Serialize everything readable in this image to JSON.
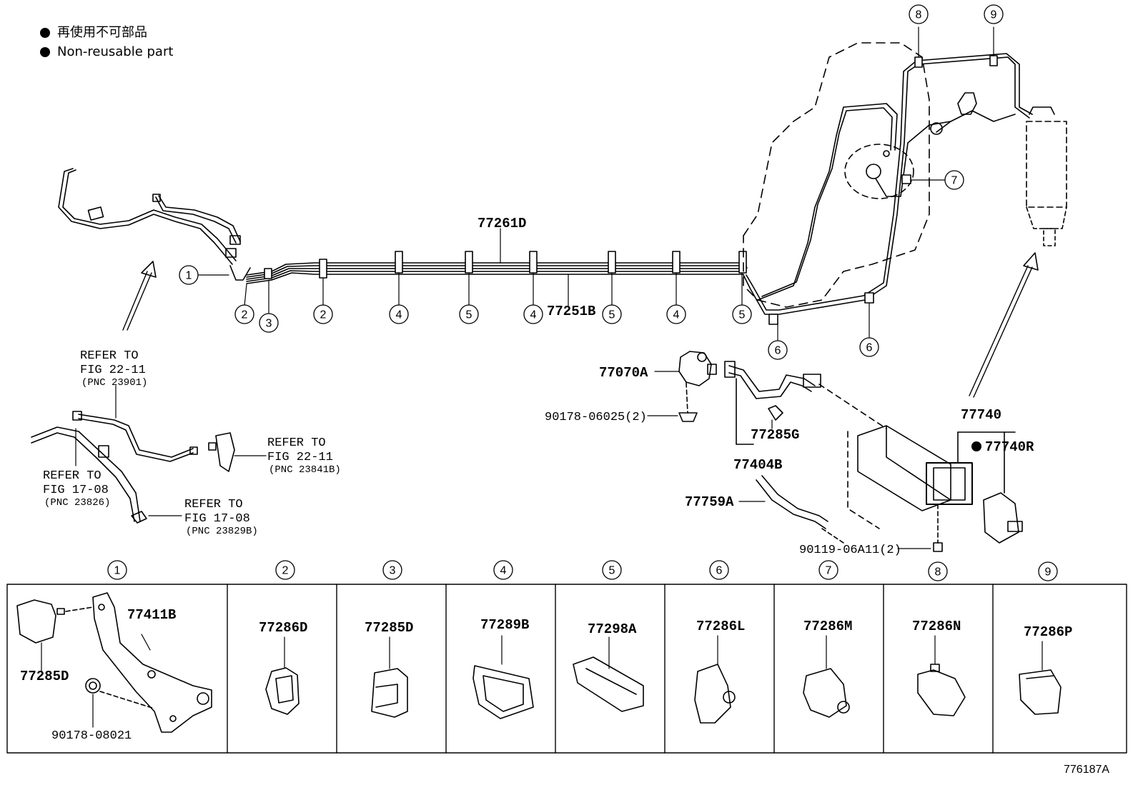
{
  "legend": {
    "jp": "再使用不可部品",
    "en": "Non-reusable part"
  },
  "callouts": [
    "1",
    "2",
    "3",
    "4",
    "5",
    "6",
    "7",
    "8",
    "9"
  ],
  "main_parts": {
    "tube_upper": "77261D",
    "tube_lower": "77251B",
    "vent_valve": "77070A",
    "vent_nut": "90178-06025(2)",
    "hose_assy": "77404B",
    "clamp_g": "77285G",
    "canister_assy": "77740",
    "canister_sub": "77740R",
    "hose_a": "77759A",
    "canister_bolt": "90119-06A11(2)"
  },
  "references": {
    "ref1": {
      "line1": "REFER TO",
      "line2": "FIG 22-11",
      "line3": "(PNC 23901)"
    },
    "ref2": {
      "line1": "REFER TO",
      "line2": "FIG 22-11",
      "line3": "(PNC 23841B)"
    },
    "ref3": {
      "line1": "REFER TO",
      "line2": "FIG 17-08",
      "line3": "(PNC 23826)"
    },
    "ref4": {
      "line1": "REFER TO",
      "line2": "FIG 17-08",
      "line3": "(PNC 23829B)"
    }
  },
  "panels": [
    {
      "num": "1",
      "parts": [
        "77411B",
        "77285D",
        "90178-08021"
      ]
    },
    {
      "num": "2",
      "parts": [
        "77286D"
      ]
    },
    {
      "num": "3",
      "parts": [
        "77285D"
      ]
    },
    {
      "num": "4",
      "parts": [
        "77289B"
      ]
    },
    {
      "num": "5",
      "parts": [
        "77298A"
      ]
    },
    {
      "num": "6",
      "parts": [
        "77286L"
      ]
    },
    {
      "num": "7",
      "parts": [
        "77286M"
      ]
    },
    {
      "num": "8",
      "parts": [
        "77286N"
      ]
    },
    {
      "num": "9",
      "parts": [
        "77286P"
      ]
    }
  ],
  "figure_id": "776187A"
}
